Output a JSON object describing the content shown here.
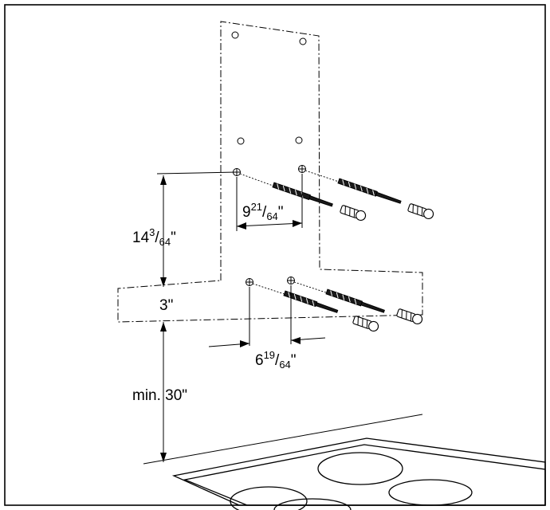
{
  "dimensions": {
    "height_upper": {
      "whole": "14",
      "num": "3",
      "den": "64",
      "unit": "\""
    },
    "spacing_upper": {
      "whole": "9",
      "num": "21",
      "den": "64",
      "unit": "\""
    },
    "height_lower": "3\"",
    "spacing_lower": {
      "whole": "6",
      "num": "19",
      "den": "64",
      "unit": "\""
    },
    "min_clearance": "min. 30\""
  },
  "icons": [
    "drill-bit-icon",
    "wall-anchor-icon",
    "cooktop-icon",
    "mounting-template-icon"
  ]
}
